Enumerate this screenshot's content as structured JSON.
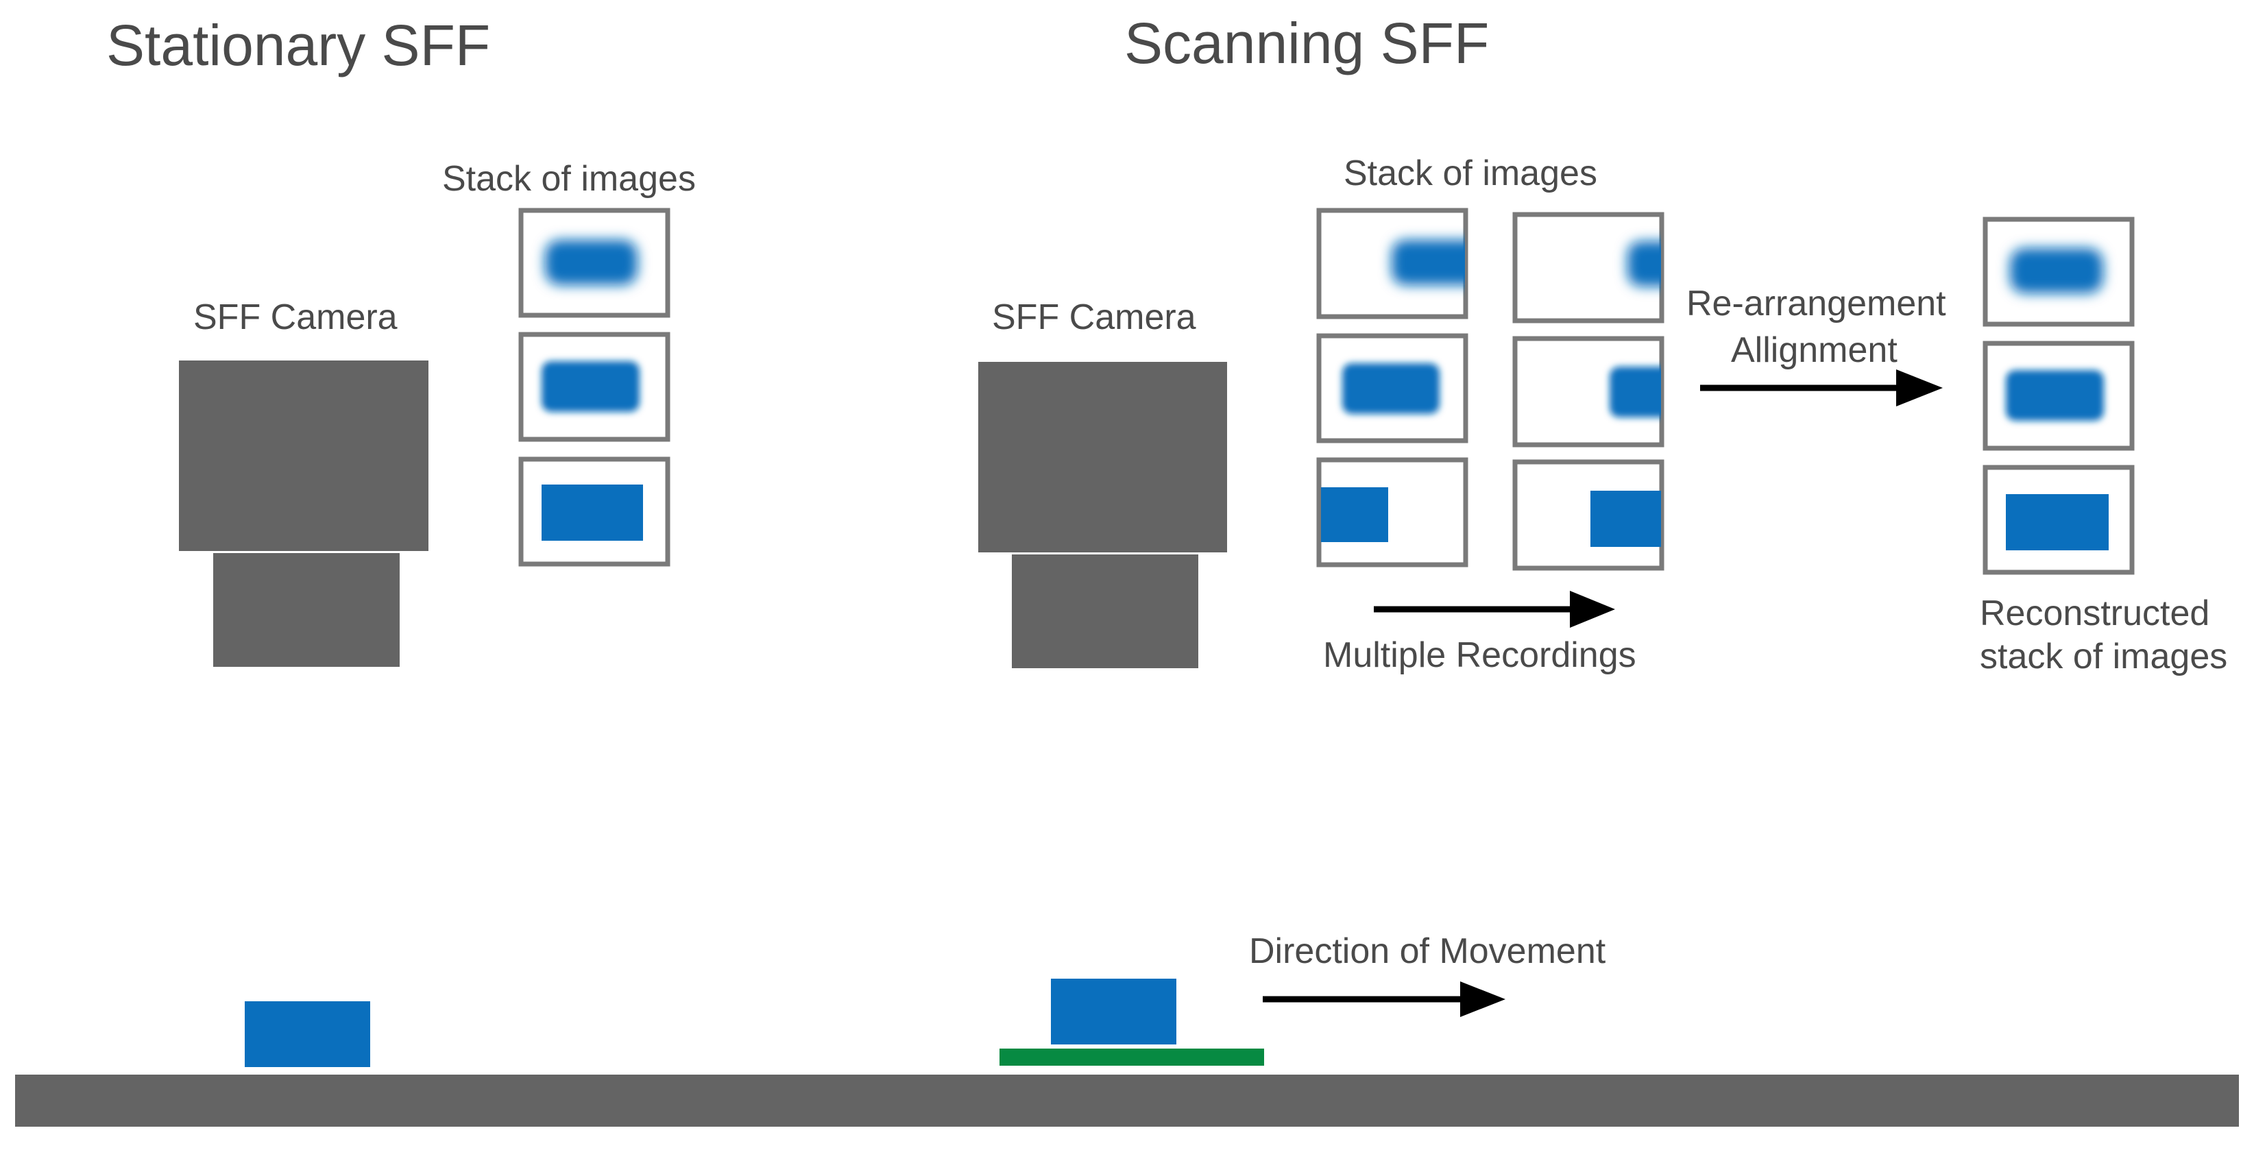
{
  "stationary": {
    "title": "Stationary SFF",
    "camera_label": "SFF Camera",
    "stack_label": "Stack of images"
  },
  "scanning": {
    "title": "Scanning SFF",
    "camera_label": "SFF Camera",
    "stack_label": "Stack of images",
    "realign_label_line1": "Re-arrangement",
    "realign_label_line2": "Allignment",
    "recordings_label": "Multiple Recordings",
    "reconstructed_label_line1": "Reconstructed",
    "reconstructed_label_line2": "stack of images",
    "movement_label": "Direction of Movement"
  },
  "colors": {
    "camera": "#646464",
    "object": "#0a6fbd",
    "stage": "#078a42",
    "ground": "#646464",
    "arrow": "#000000"
  }
}
